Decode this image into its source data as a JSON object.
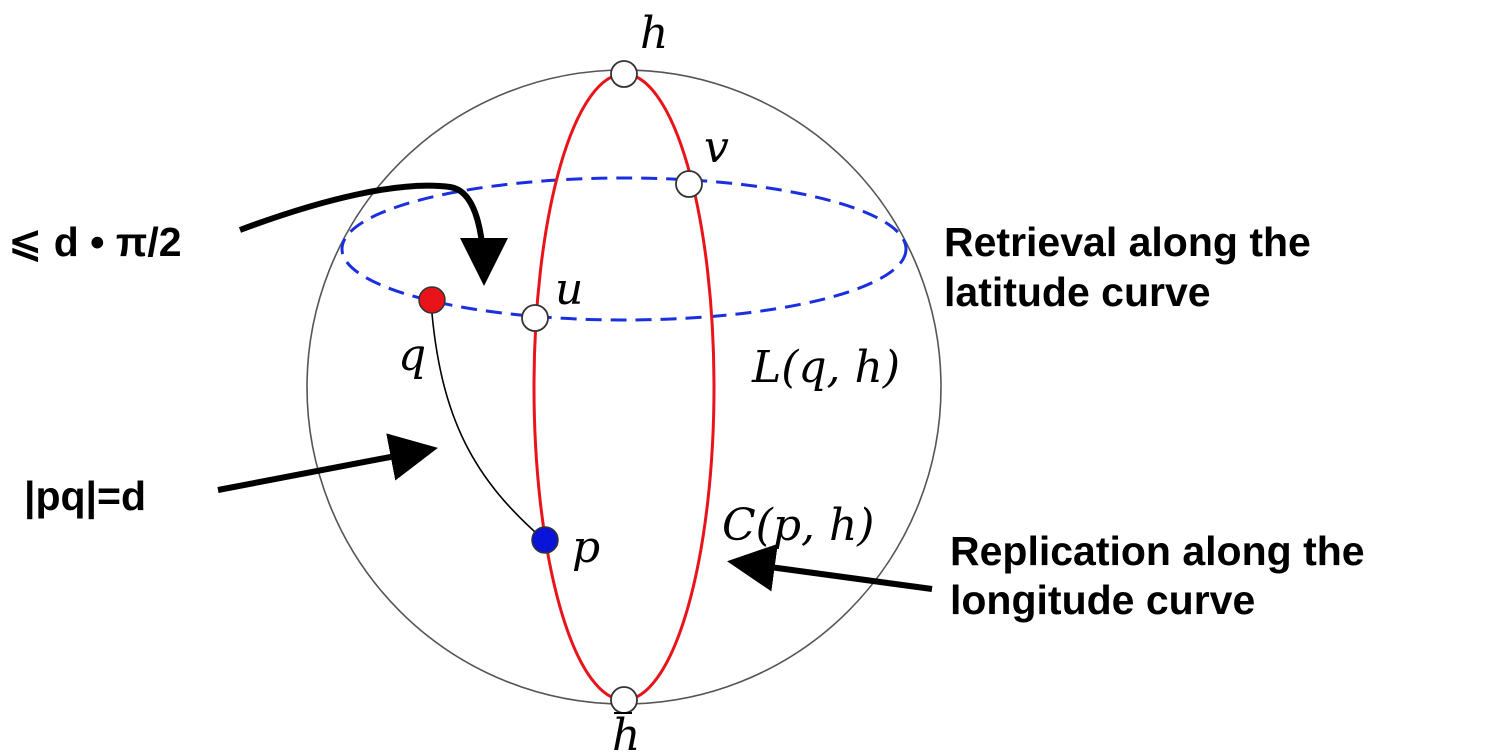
{
  "points": {
    "h": "h",
    "h_bar": "h",
    "v": "v",
    "u": "u",
    "q": "q",
    "p": "p"
  },
  "curves": {
    "latitude": "L(q, h)",
    "longitude": "C(p, h)"
  },
  "annotations": {
    "arc_bound": "⩽ d • π/2",
    "distance": "|pq|=d",
    "retrieval_line1": "Retrieval along the",
    "retrieval_line2": "latitude curve",
    "replication_line1": "Replication along the",
    "replication_line2": "longitude curve"
  },
  "colors": {
    "sphere_outline": "#555555",
    "longitude_curve": "#e8141a",
    "latitude_curve": "#1a2fe0",
    "point_q": "#e8141a",
    "point_p": "#0a14d8",
    "hollow_point": "#ffffff",
    "arrows": "#000000"
  }
}
